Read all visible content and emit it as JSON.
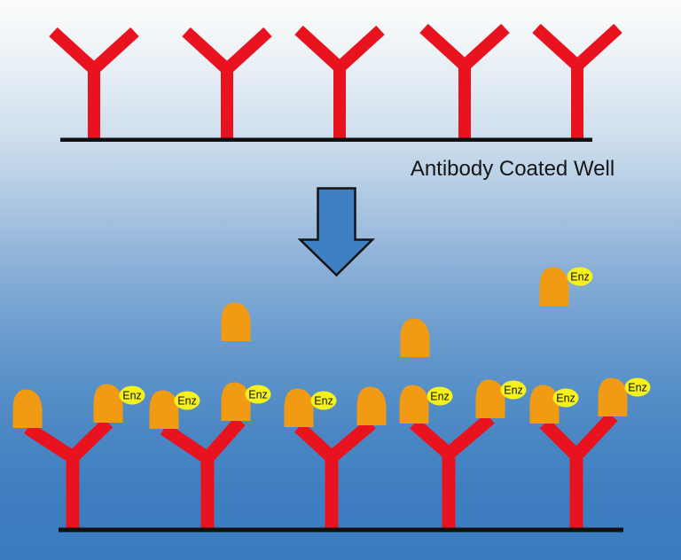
{
  "diagram": {
    "caption": "Antibody Coated Well",
    "enzyme_label": "Enz",
    "colors": {
      "antibody": "#e8131f",
      "antigen": "#f09b13",
      "enzyme_tag": "#f4f11c",
      "arrow": "#3e80c2",
      "well_surface": "#111111",
      "background_top": "#fcfdfc",
      "background_bottom": "#3a7bbf"
    },
    "top_section": {
      "antibody_count": 5
    },
    "arrow_direction": "down",
    "bottom_section": {
      "antibody_count": 5,
      "bound_antigen_count": 10,
      "free_antigen_count": 3,
      "enzyme_tag_count": 9
    }
  }
}
